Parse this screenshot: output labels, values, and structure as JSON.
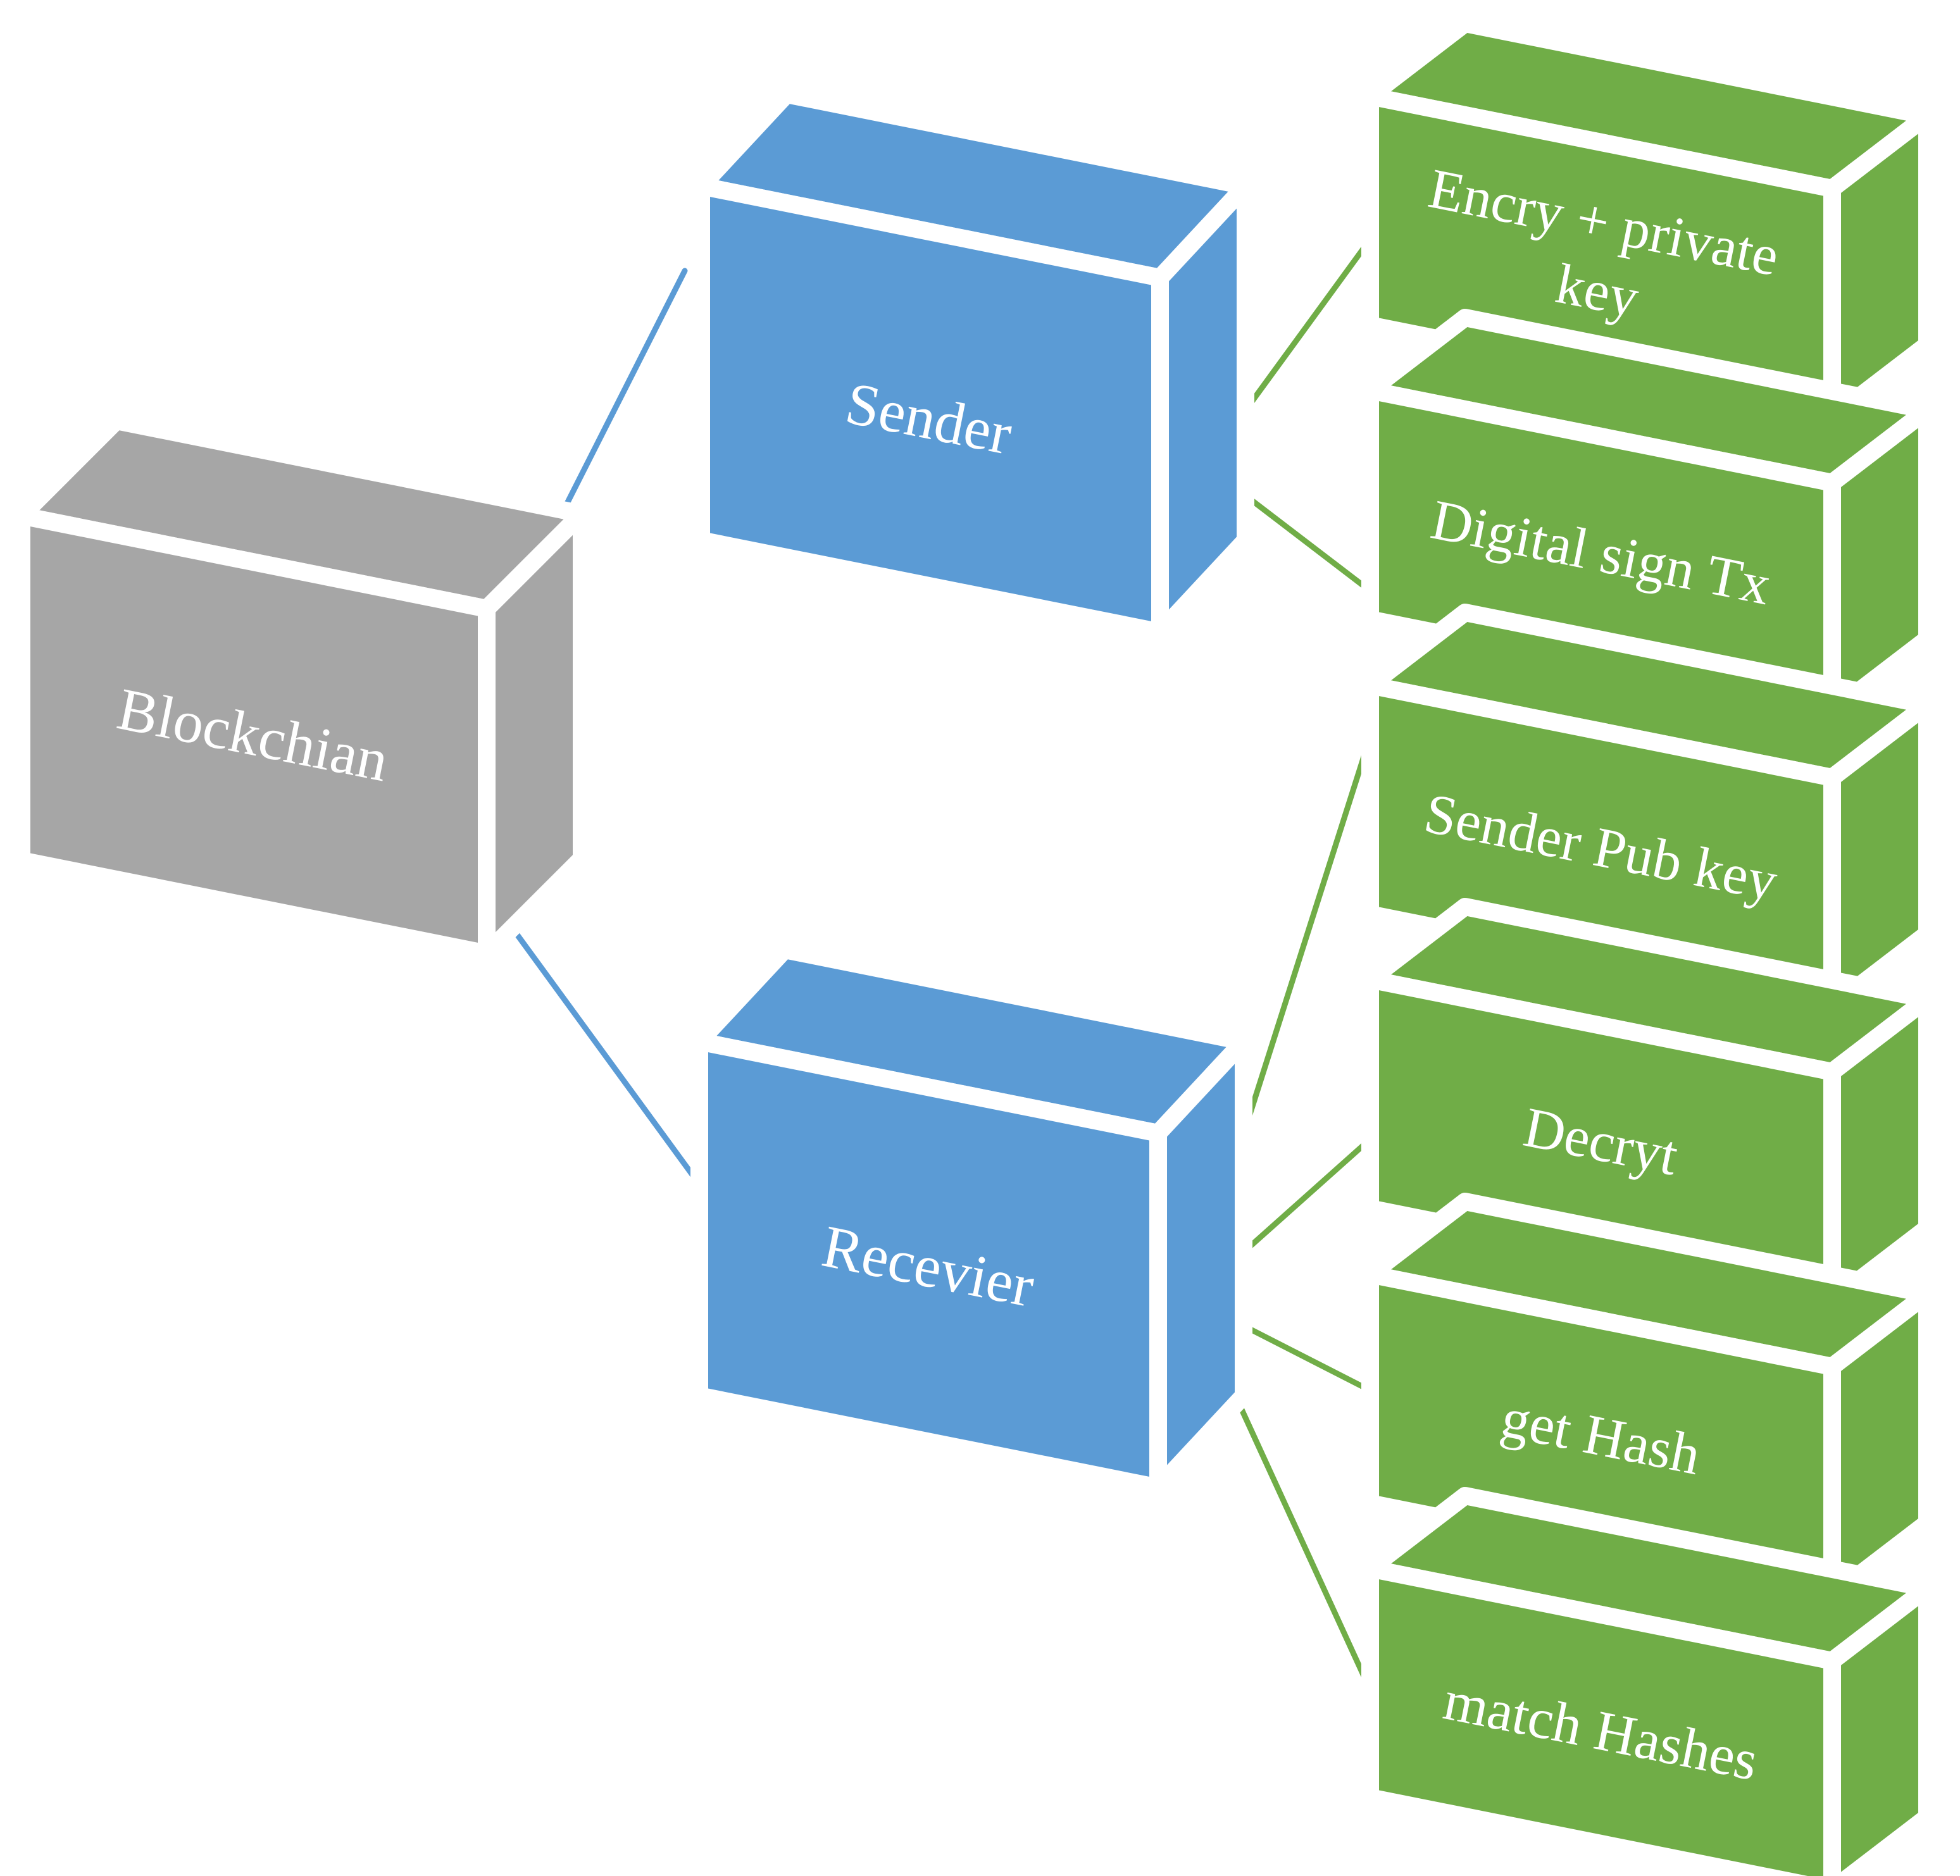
{
  "colors": {
    "box_gray": "#a6a6a6",
    "box_blue": "#5b9bd5",
    "box_green": "#70ad47",
    "connector_blue": "#5b9bd5",
    "connector_green": "#70ad47",
    "label_text": "#ffffff",
    "background": "#ffffff"
  },
  "nodes": {
    "blockchain": {
      "label": "Blockchian"
    },
    "sender": {
      "label": "Sender"
    },
    "receiver": {
      "label": "Recevier"
    },
    "encry_private_key": {
      "lines": [
        "Encry + private",
        "key"
      ]
    },
    "digital_sign_tx": {
      "label": "Digital sign Tx"
    },
    "sender_pub_key": {
      "label": "Sender Pub key"
    },
    "decrypt": {
      "label": "Decryt"
    },
    "get_hash": {
      "label": "get Hash"
    },
    "match_hashes": {
      "label": "match Hashes"
    }
  },
  "edges": [
    {
      "from": "blockchain",
      "to": "sender",
      "color": "blue"
    },
    {
      "from": "blockchain",
      "to": "receiver",
      "color": "blue"
    },
    {
      "from": "sender",
      "to": "encry_private_key",
      "color": "green"
    },
    {
      "from": "sender",
      "to": "digital_sign_tx",
      "color": "green"
    },
    {
      "from": "receiver",
      "to": "sender_pub_key",
      "color": "green"
    },
    {
      "from": "receiver",
      "to": "decrypt",
      "color": "green"
    },
    {
      "from": "receiver",
      "to": "get_hash",
      "color": "green"
    },
    {
      "from": "receiver",
      "to": "match_hashes",
      "color": "green"
    }
  ]
}
